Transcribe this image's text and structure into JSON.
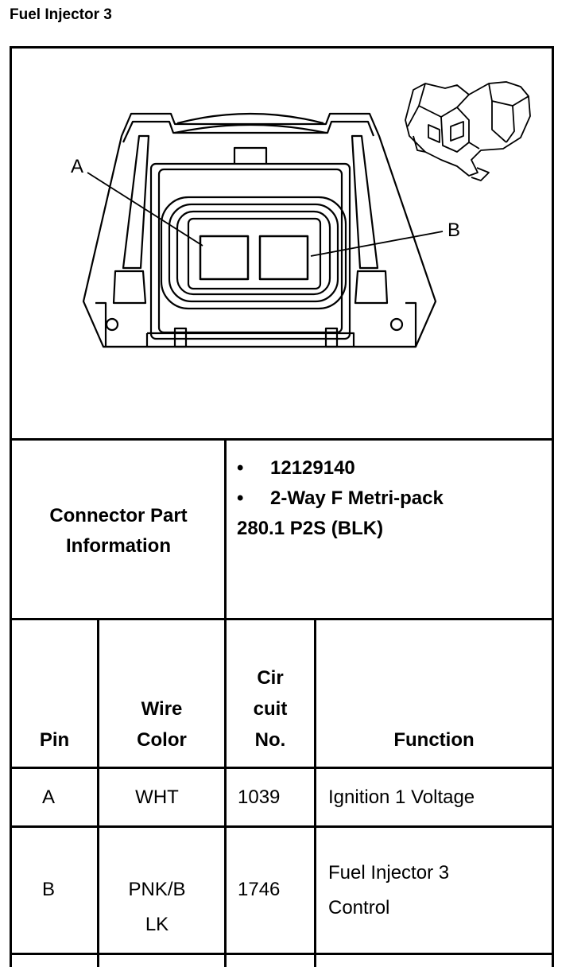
{
  "page_title": "Fuel Injector 3",
  "diagram": {
    "pin_a_label": "A",
    "pin_b_label": "B"
  },
  "connector_info": {
    "label_line1": "Connector Part",
    "label_line2": "Information",
    "part_number": "12129140",
    "description_line1": "2-Way F Metri-pack",
    "description_line2": "280.1 P2S (BLK)",
    "bullet": "•"
  },
  "table": {
    "headers": {
      "pin": "Pin",
      "wire_color_1": "Wire",
      "wire_color_2": "Color",
      "circuit_1": "Cir",
      "circuit_2": "cuit",
      "circuit_3": "No.",
      "function": "Function"
    },
    "rows": [
      {
        "pin": "A",
        "color_1": "WHT",
        "color_2": "",
        "circuit": "1039",
        "function_1": "Ignition 1 Voltage",
        "function_2": ""
      },
      {
        "pin": "B",
        "color_1": "PNK/B",
        "color_2": "LK",
        "circuit": "1746",
        "function_1": "Fuel Injector 3",
        "function_2": "Control"
      }
    ]
  }
}
